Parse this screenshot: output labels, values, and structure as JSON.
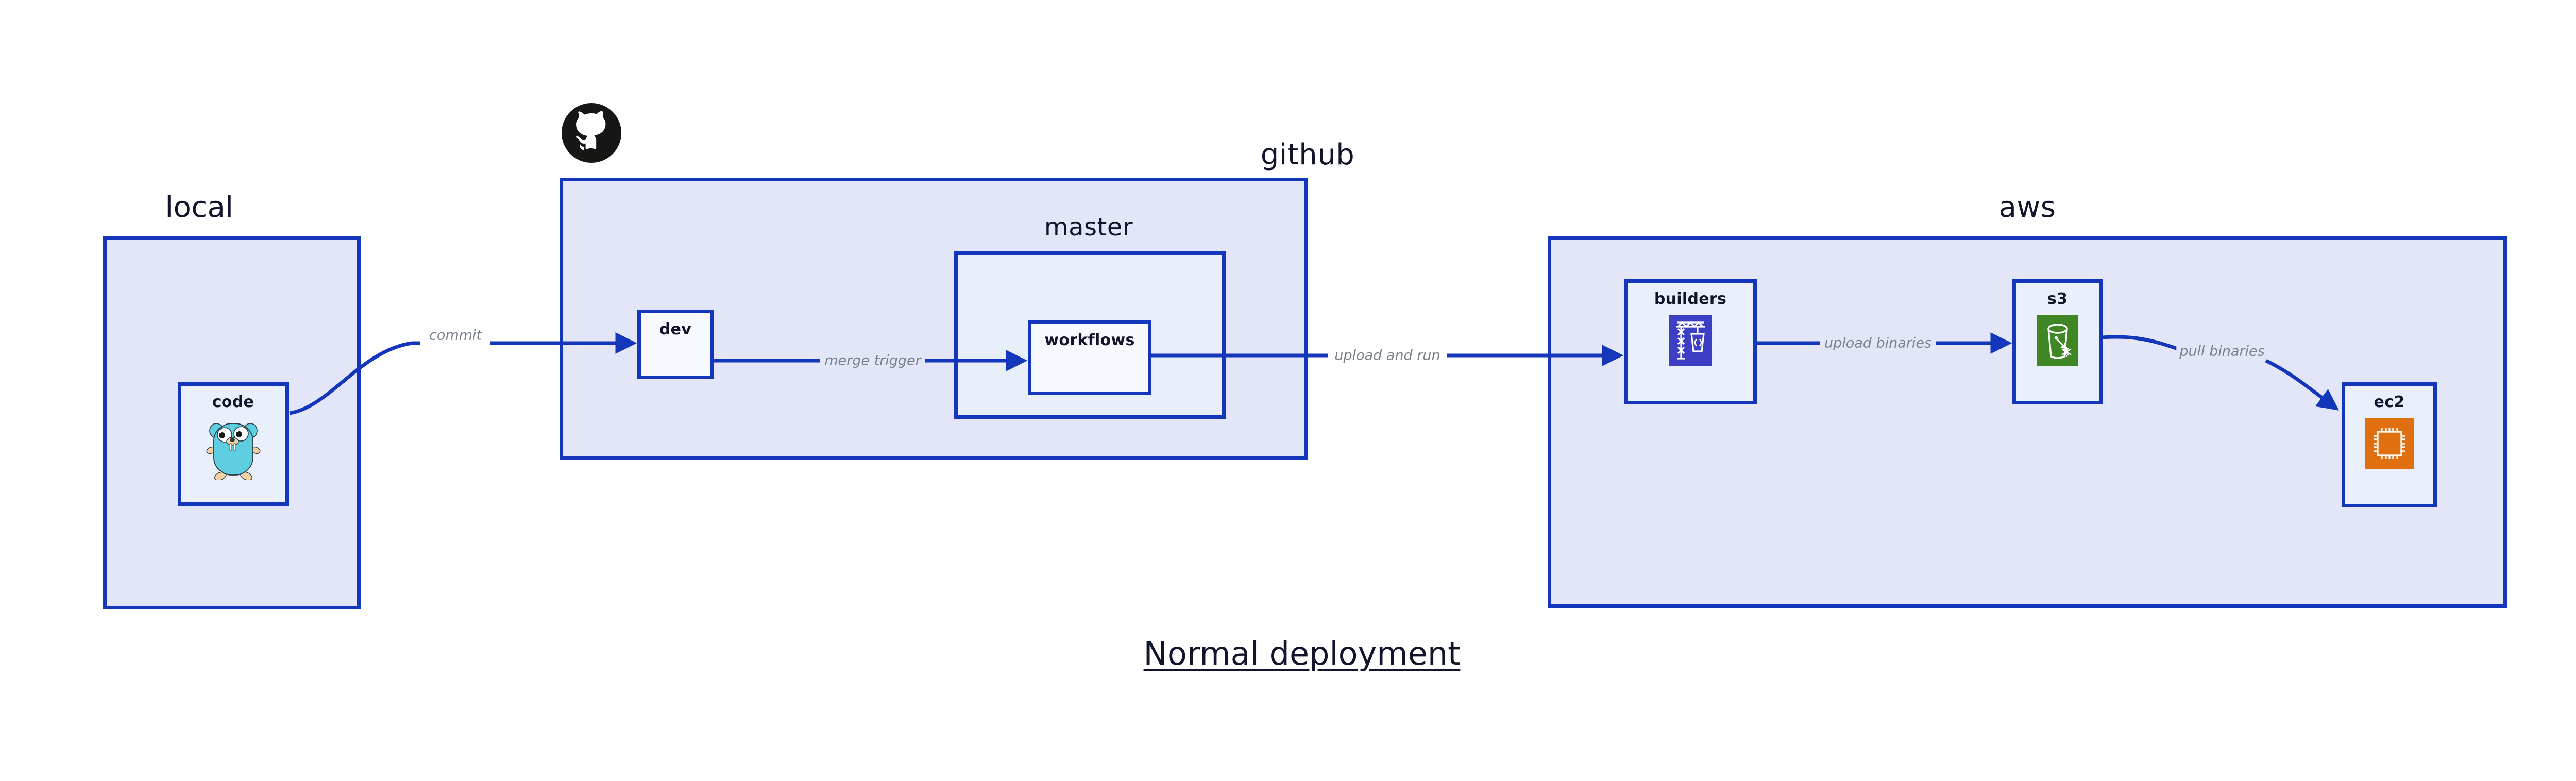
{
  "title": "Normal deployment",
  "colors": {
    "cluster_fill": "#e2e6f8",
    "subcluster_fill": "#e9eefb",
    "node_fill": "#eaeffc",
    "node_fill_white": "#f7f9fe",
    "border_blue": "#1336bb",
    "edge_label_gray": "#7a7f8c",
    "text_navy": "#11152c",
    "codebuild_blue": "#3c3ec4",
    "s3_green": "#3f8624",
    "ec2_orange": "#e0700f",
    "gopher_cyan": "#5fcee0",
    "github_black": "#161614"
  },
  "clusters": [
    {
      "id": "local",
      "label": "local",
      "nodes": [
        {
          "id": "code",
          "label": "code",
          "icon": "go-gopher-icon"
        }
      ]
    },
    {
      "id": "github",
      "label": "github",
      "logo": "github-octocat-icon",
      "nodes": [
        {
          "id": "dev",
          "label": "dev",
          "icon": "none"
        }
      ],
      "subclusters": [
        {
          "id": "master",
          "label": "master",
          "nodes": [
            {
              "id": "workflows",
              "label": "workflows",
              "icon": "none"
            }
          ]
        }
      ]
    },
    {
      "id": "aws",
      "label": "aws",
      "nodes": [
        {
          "id": "builders",
          "label": "builders",
          "icon": "aws-codebuild-icon"
        },
        {
          "id": "s3",
          "label": "s3",
          "icon": "aws-s3-bucket-icon"
        },
        {
          "id": "ec2",
          "label": "ec2",
          "icon": "aws-ec2-chip-icon"
        }
      ]
    }
  ],
  "edges": [
    {
      "id": "commit",
      "label": "commit",
      "from": "code",
      "to": "dev"
    },
    {
      "id": "merge-trigger",
      "label": "merge trigger",
      "from": "dev",
      "to": "workflows"
    },
    {
      "id": "upload-and-run",
      "label": "upload and run",
      "from": "workflows",
      "to": "builders"
    },
    {
      "id": "upload-binaries",
      "label": "upload binaries",
      "from": "builders",
      "to": "s3"
    },
    {
      "id": "pull-binaries",
      "label": "pull binaries",
      "from": "s3",
      "to": "ec2"
    }
  ]
}
